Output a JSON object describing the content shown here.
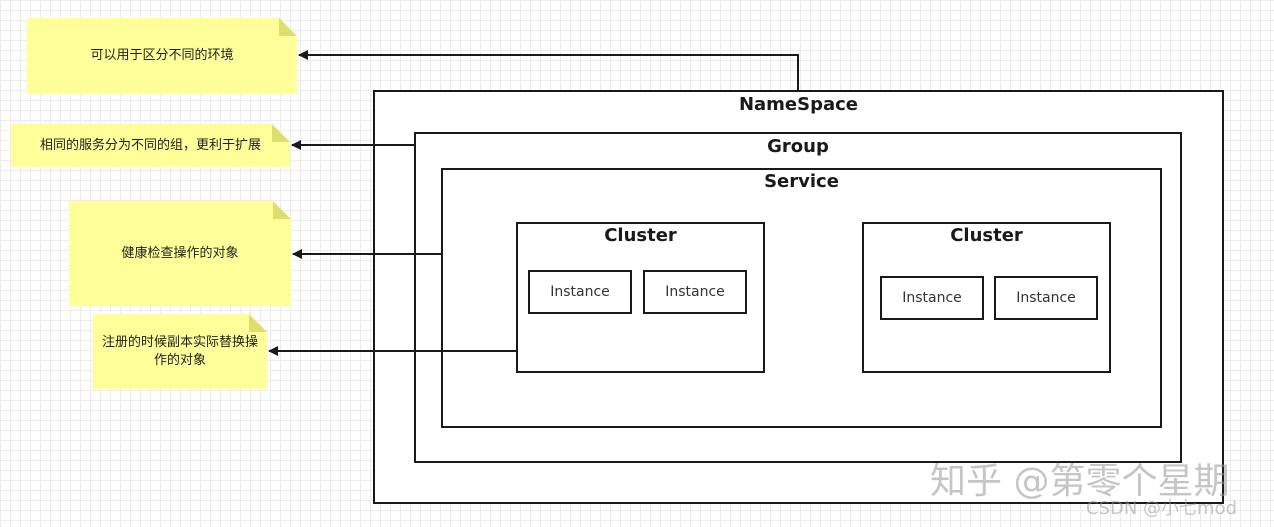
{
  "labels": {
    "namespace": "NameSpace",
    "group": "Group",
    "service": "Service",
    "cluster_left": "Cluster",
    "cluster_right": "Cluster",
    "instance_1": "Instance",
    "instance_2": "Instance",
    "instance_3": "Instance",
    "instance_4": "Instance"
  },
  "notes": {
    "namespace_note": "可以用于区分不同的环境",
    "group_note": "相同的服务分为不同的组，更利于扩展",
    "service_note": "健康检查操作的对象",
    "cluster_note": "注册的时候副本实际替换操作的对象"
  },
  "watermark": {
    "zhihu": "知乎 @第零个星期",
    "csdn": "CSDN @小七mod"
  },
  "colors": {
    "note_fill": "#ffff99",
    "note_fold": "#dede6e",
    "stroke": "#1a1a1a"
  }
}
